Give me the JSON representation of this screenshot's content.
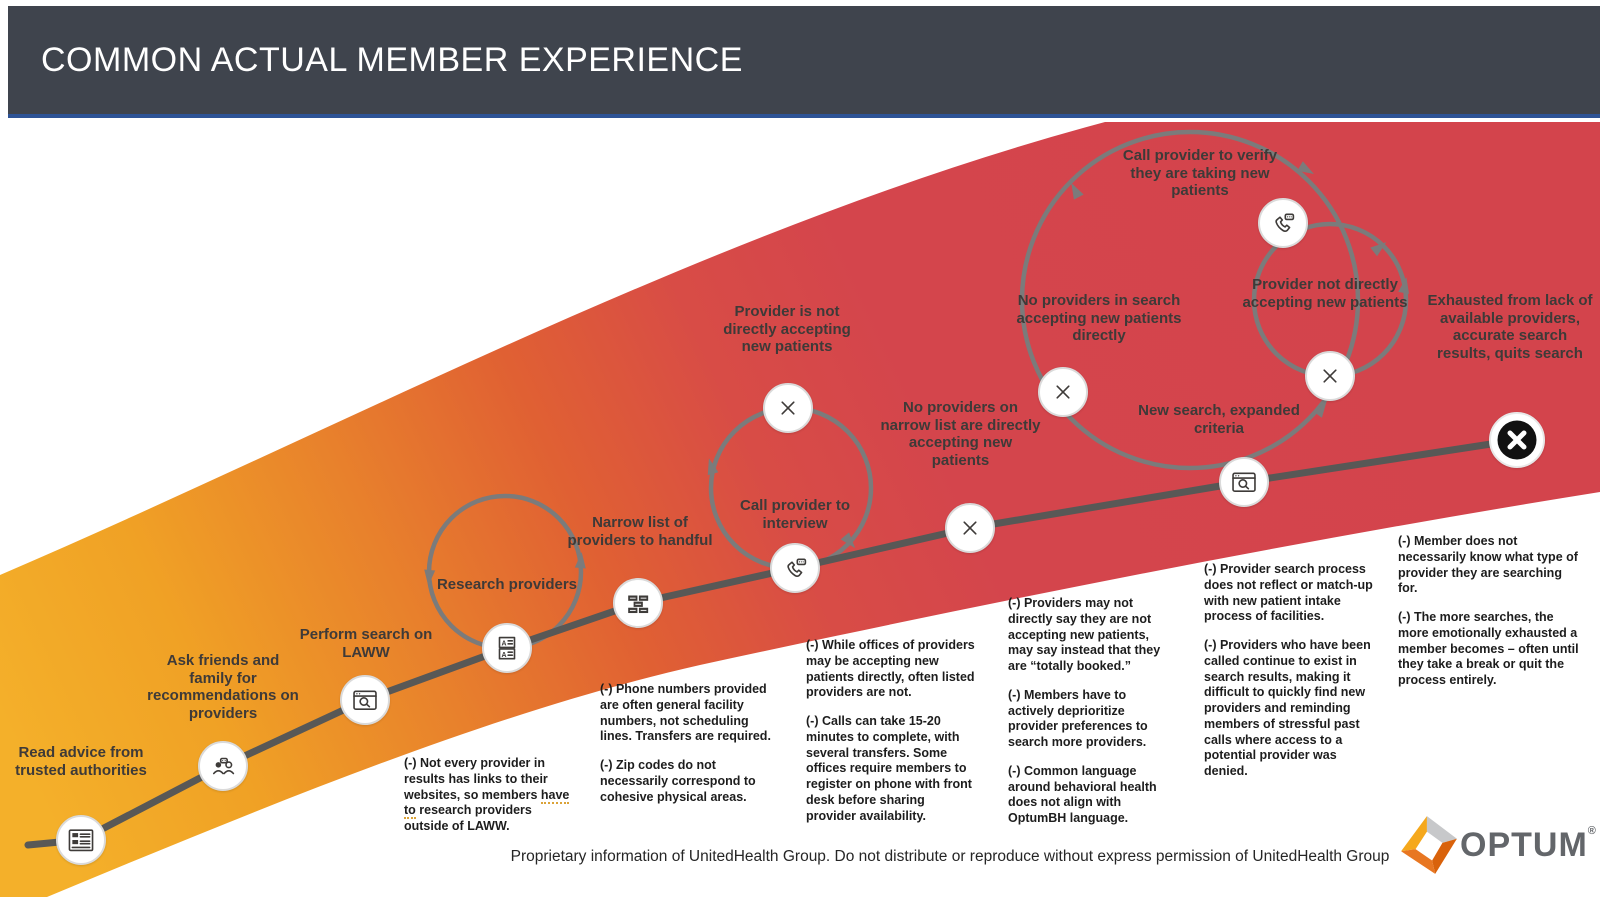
{
  "header": {
    "title": "COMMON ACTUAL MEMBER EXPERIENCE"
  },
  "journey": {
    "steps": [
      {
        "label": "Read advice from trusted authorities",
        "icon": "newspaper-icon"
      },
      {
        "label": "Ask friends and family for recommendations on providers",
        "icon": "people-chat-icon"
      },
      {
        "label": "Perform search on LAWW",
        "icon": "browser-search-icon"
      },
      {
        "label": "Research providers",
        "icon": "provider-cards-icon"
      },
      {
        "label": "Narrow list of providers to handful",
        "icon": "provider-grid-icon"
      },
      {
        "label": "Call provider to interview",
        "icon": "phone-chat-icon"
      },
      {
        "label": "Provider is not directly accepting new patients",
        "icon": "x-icon"
      },
      {
        "label": "No providers on narrow list are directly accepting new patients",
        "icon": "x-icon"
      },
      {
        "label": "No providers in search accepting new patients directly",
        "icon": "x-icon"
      },
      {
        "label": "Call provider to verify they are taking new patients",
        "icon": "phone-chat-icon"
      },
      {
        "label": "Provider not directly accepting new patients",
        "icon": "x-icon"
      },
      {
        "label": "New search, expanded criteria",
        "icon": "browser-search-icon"
      },
      {
        "label": "Exhausted from lack of available providers, accurate search results, quits search",
        "icon": "quit-x-icon"
      }
    ],
    "notes": [
      {
        "parts": {
          "pre": "(-) Not every provider in results has links to their websites, so members ",
          "underlined": "have to",
          "post": " research providers outside of LAWW."
        }
      },
      {
        "paragraphs": [
          "(-) Phone numbers provided are often general facility numbers, not scheduling lines. Transfers are required.",
          "(-) Zip codes do not necessarily correspond to cohesive physical areas."
        ]
      },
      {
        "paragraphs": [
          "(-) While offices of providers may be accepting new patients directly, often listed providers are not.",
          "(-) Calls can take 15-20 minutes to complete, with several transfers. Some offices require members to register on phone with front desk before sharing provider availability."
        ]
      },
      {
        "paragraphs": [
          "(-) Providers may not directly say they are not accepting new patients, may say instead that they are “totally booked.”",
          "(-) Members have to actively deprioritize provider preferences to search more providers.",
          "(-) Common language around behavioral health does not align with OptumBH language."
        ]
      },
      {
        "paragraphs": [
          "(-) Provider search process does not reflect or match-up with new patient intake process of facilities.",
          "(-) Providers who have been called continue to exist in search results, making it difficult to quickly find new providers and reminding members of stressful past calls where access to a potential provider was denied."
        ]
      },
      {
        "paragraphs": [
          "(-) Member does not necessarily know what type of provider they are searching for.",
          "(-) The more searches, the more emotionally exhausted a member becomes – often until they take a break or quit the process entirely."
        ]
      }
    ]
  },
  "footer": {
    "disclaimer": "Proprietary information of UnitedHealth Group. Do not distribute or reproduce without express permission of UnitedHealth Group"
  },
  "brand": {
    "name": "OPTUM",
    "registered": "®"
  },
  "colors": {
    "header_bg": "#3F444D",
    "header_underline": "#2E5395",
    "gradient_yellow": "#F4B02A",
    "gradient_orange": "#E8812C",
    "gradient_red": "#D4454C",
    "journey_line": "#585856",
    "loop_stroke": "#7B7B7B",
    "optum_orange": "#E87722",
    "optum_gray": "#63666A"
  }
}
